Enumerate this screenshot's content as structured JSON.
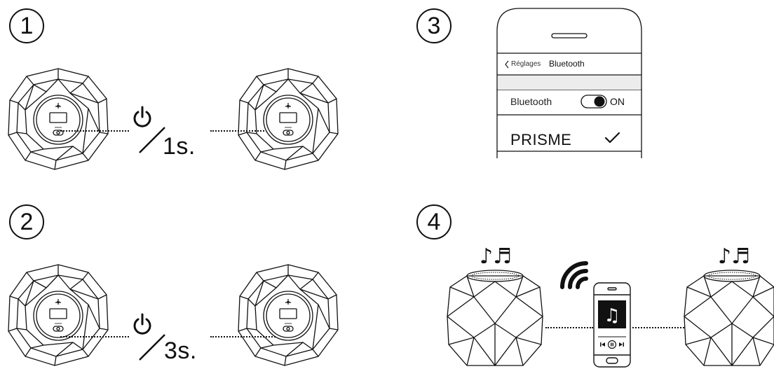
{
  "steps": [
    {
      "number": "1",
      "duration": "1s."
    },
    {
      "number": "2",
      "duration": "3s."
    },
    {
      "number": "3"
    },
    {
      "number": "4"
    }
  ],
  "phone_settings": {
    "back_label": "Réglages",
    "title": "Bluetooth",
    "bluetooth_label": "Bluetooth",
    "toggle_state": "ON",
    "device_name": "PRISME"
  },
  "icons": [
    "power-icon",
    "chevron-left-icon",
    "toggle-icon",
    "checkmark-icon",
    "wifi-signal-icon",
    "music-note-icon",
    "play-pause-icon",
    "previous-icon",
    "next-icon"
  ],
  "music_notes": "♪♬"
}
